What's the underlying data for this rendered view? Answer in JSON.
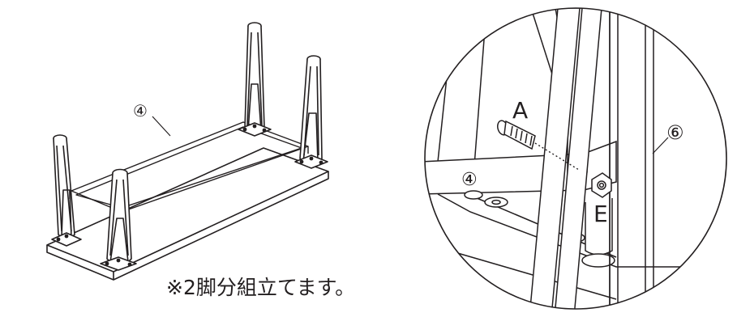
{
  "labels": {
    "frame_main": "④",
    "bolt": "A",
    "frame_detail": "④",
    "leg_detail": "⑥",
    "nut": "E"
  },
  "caption": "※2脚分組立てます。",
  "colors": {
    "ink": "#231f20",
    "paper": "#ffffff"
  }
}
